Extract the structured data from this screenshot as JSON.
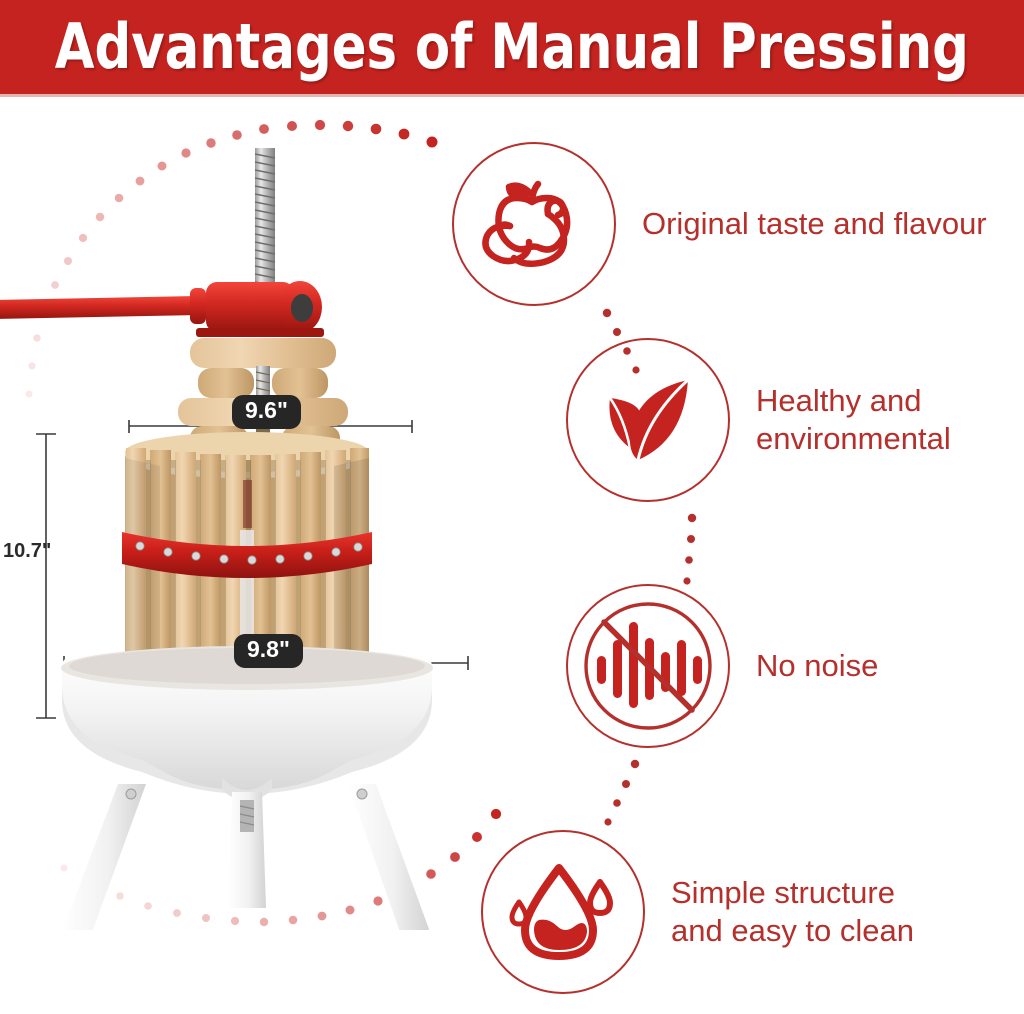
{
  "header": {
    "title": "Advantages of Manual Pressing",
    "background_color": "#c4231f",
    "text_color": "#ffffff"
  },
  "theme": {
    "accent_red": "#b5302c",
    "banner_red": "#c4231f",
    "badge_bg": "#262626",
    "badge_text": "#ffffff",
    "dimension_text": "#2b2b2b"
  },
  "product": {
    "name": "manual fruit press",
    "dimensions": {
      "height_label": "10.7\"",
      "top_plate_label": "9.6\"",
      "basket_label": "9.8\""
    },
    "parts": [
      "threaded-screw-rod",
      "red-cast-iron-handle",
      "wooden-pressing-blocks",
      "wooden-slat-basket",
      "red-metal-bands",
      "white-juice-pan",
      "white-tripod-legs"
    ]
  },
  "features": [
    {
      "id": "original-taste",
      "icon": "fruit-icon",
      "label": "Original taste and flavour"
    },
    {
      "id": "healthy-environmental",
      "icon": "leaves-icon",
      "label": "Healthy and\nenvironmental"
    },
    {
      "id": "no-noise",
      "icon": "no-noise-icon",
      "label": "No noise"
    },
    {
      "id": "simple-structure",
      "icon": "water-drop-icon",
      "label": "Simple structure\nand easy to clean"
    }
  ]
}
